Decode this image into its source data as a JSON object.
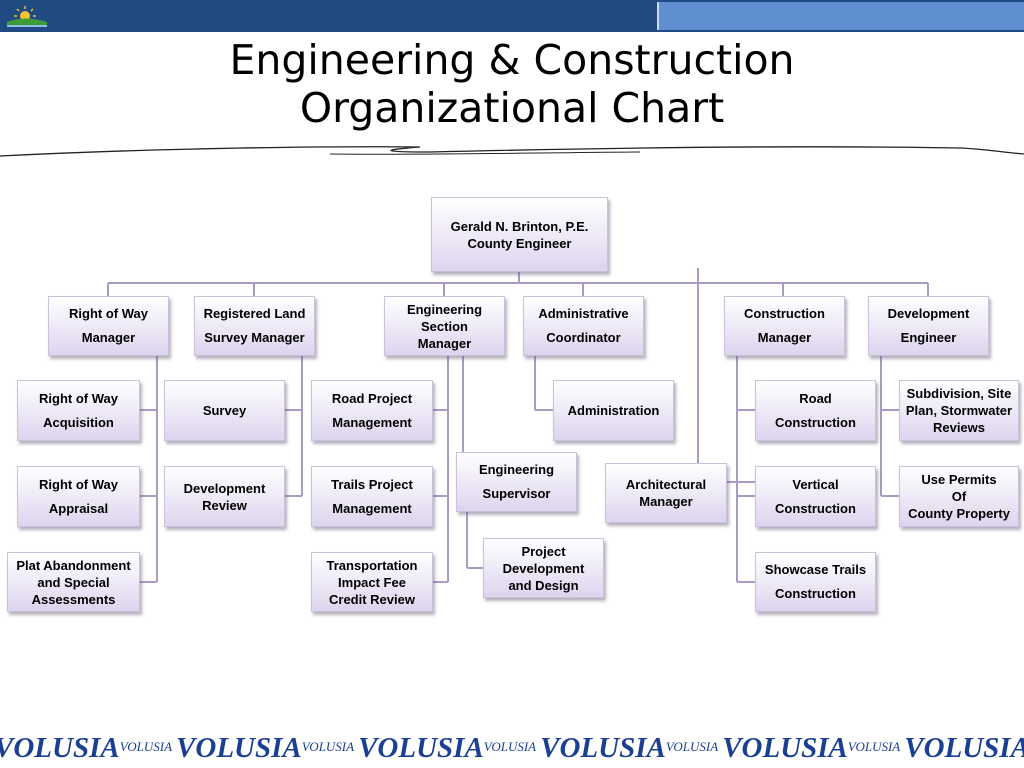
{
  "title": {
    "line1": "Engineering & Construction",
    "line2": "Organizational Chart"
  },
  "header": {
    "logo_icon": "county-seal-icon"
  },
  "nodes": {
    "root": "Gerald N. Brinton, P.E.\nCounty Engineer",
    "right_of_way_manager": "Right of Way\nManager",
    "registered_land_survey_manager": "Registered Land\nSurvey Manager",
    "engineering_section_manager": "Engineering\nSection\nManager",
    "administrative_coordinator": "Administrative\nCoordinator",
    "construction_manager": "Construction\nManager",
    "development_engineer": "Development\nEngineer",
    "right_of_way_acquisition": "Right of Way\nAcquisition",
    "right_of_way_appraisal": "Right of Way\nAppraisal",
    "plat_abandonment": "Plat Abandonment\nand Special\nAssessments",
    "survey": "Survey",
    "development_review": "Development\nReview",
    "road_project_management": "Road Project\nManagement",
    "trails_project_management": "Trails Project\nManagement",
    "transportation_impact_fee": "Transportation\nImpact Fee\nCredit Review",
    "engineering_supervisor": "Engineering\nSupervisor",
    "project_development_design": "Project\nDevelopment\nand Design",
    "administration": "Administration",
    "architectural_manager": "Architectural\nManager",
    "road_construction": "Road\nConstruction",
    "vertical_construction": "Vertical\nConstruction",
    "showcase_trails_construction": "Showcase Trails\nConstruction",
    "subdivision_reviews": "Subdivision, Site\nPlan, Stormwater\nReviews",
    "use_permits": "Use Permits\nOf\nCounty Property"
  },
  "colors": {
    "header_bar": "#1f4a82",
    "header_bar_right": "#5f8fd0",
    "connector": "#a99bc6",
    "footer_text": "#1a3f93"
  },
  "footer": {
    "word": "VOLUSIA",
    "small_word": "VOLUSIA"
  }
}
